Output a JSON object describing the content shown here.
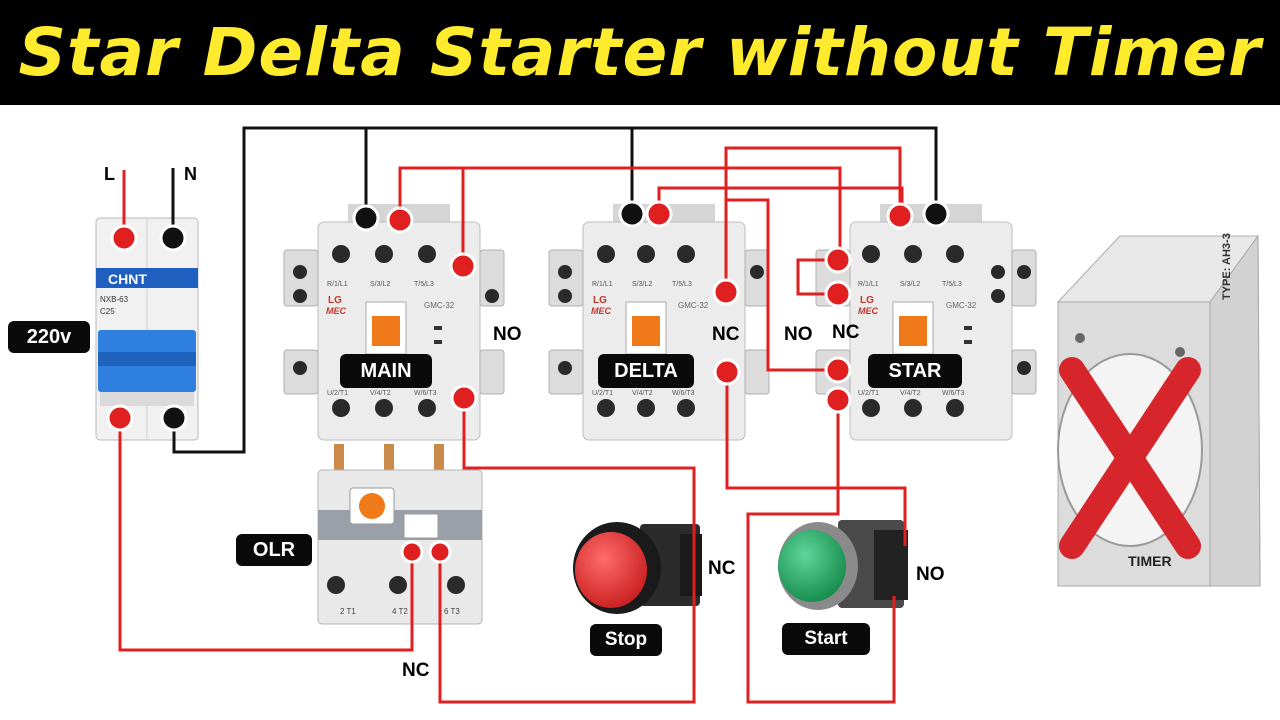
{
  "title": "Star Delta Starter without Timer",
  "colors": {
    "title_bg": "#000000",
    "title_text": "#FFEB2E",
    "wire_phase": "#E02020",
    "wire_neutral": "#111111",
    "cross": "#D7262B",
    "stop_button": "#E52B2B",
    "start_button": "#1FA35B",
    "mcb_handle": "#2F7FE0"
  },
  "supply": {
    "line_label": "L",
    "neutral_label": "N",
    "voltage_label": "220v"
  },
  "mcb": {
    "brand": "CHNT",
    "model": "NXB-63",
    "rating": "C25"
  },
  "contactors": [
    {
      "id": "main",
      "label": "MAIN",
      "brand": "LG",
      "brand_sub": "MEC",
      "model": "GMC-32",
      "top_terminals": [
        "R/1/L1",
        "S/3/L2",
        "T/5/L3"
      ],
      "bottom_terminals": [
        "U/2/T1",
        "V/4/T2",
        "W/6/T3"
      ]
    },
    {
      "id": "delta",
      "label": "DELTA",
      "brand": "LG",
      "brand_sub": "MEC",
      "model": "GMC-32",
      "top_terminals": [
        "R/1/L1",
        "S/3/L2",
        "T/5/L3"
      ],
      "bottom_terminals": [
        "U/2/T1",
        "V/4/T2",
        "W/6/T3"
      ]
    },
    {
      "id": "star",
      "label": "STAR",
      "brand": "LG",
      "brand_sub": "MEC",
      "model": "GMC-32",
      "top_terminals": [
        "R/1/L1",
        "S/3/L2",
        "T/5/L3"
      ],
      "bottom_terminals": [
        "U/2/T1",
        "V/4/T2",
        "W/6/T3"
      ]
    }
  ],
  "olr": {
    "label": "OLR",
    "terminals": [
      "2 T1",
      "4 T2",
      "6 T3"
    ]
  },
  "buttons": {
    "stop_label": "Stop",
    "start_label": "Start"
  },
  "contact_labels": {
    "main_aux": "NO",
    "delta_aux": "NC",
    "star_aux_no": "NO",
    "star_aux_nc": "NC",
    "olr_contact": "NC",
    "stop_contact": "NC",
    "start_contact": "NO"
  },
  "timer": {
    "type_label": "TYPE: AH3-3",
    "name": "TIMER",
    "status": "crossed-out"
  }
}
